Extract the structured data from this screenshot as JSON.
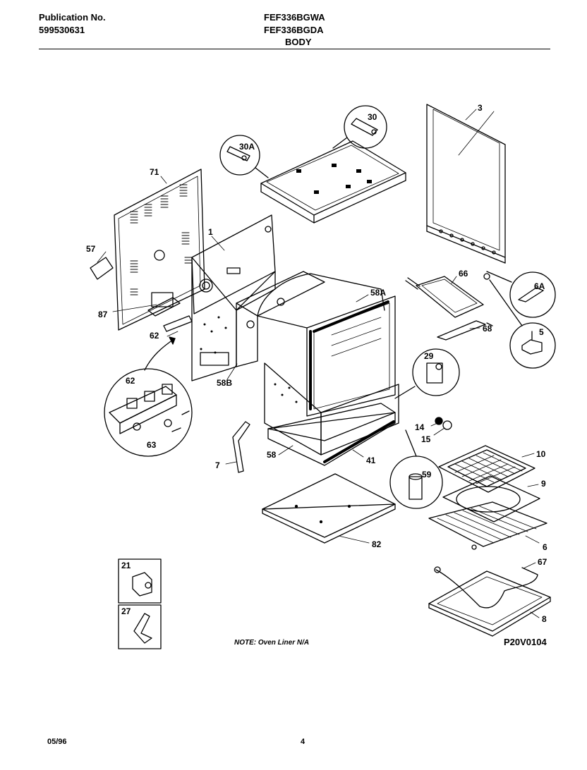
{
  "header": {
    "publication_label": "Publication No.",
    "publication_number": "5995306​31",
    "model_1": "FEF336BGWA",
    "model_2": "FEF336BGDA",
    "section": "BODY"
  },
  "parts": [
    {
      "id": "p3",
      "label": "3"
    },
    {
      "id": "p30",
      "label": "30"
    },
    {
      "id": "p30a",
      "label": "30A"
    },
    {
      "id": "p71",
      "label": "71"
    },
    {
      "id": "p1",
      "label": "1"
    },
    {
      "id": "p57",
      "label": "57"
    },
    {
      "id": "p87",
      "label": "87"
    },
    {
      "id": "p62a",
      "label": "62"
    },
    {
      "id": "p58a",
      "label": "58A"
    },
    {
      "id": "p66",
      "label": "66"
    },
    {
      "id": "p68",
      "label": "68"
    },
    {
      "id": "p6a",
      "label": "6A"
    },
    {
      "id": "p5",
      "label": "5"
    },
    {
      "id": "p58b",
      "label": "58B"
    },
    {
      "id": "p29",
      "label": "29"
    },
    {
      "id": "p62b",
      "label": "62"
    },
    {
      "id": "p63",
      "label": "63"
    },
    {
      "id": "p14",
      "label": "14"
    },
    {
      "id": "p15",
      "label": "15"
    },
    {
      "id": "p7",
      "label": "7"
    },
    {
      "id": "p58",
      "label": "58"
    },
    {
      "id": "p41",
      "label": "41"
    },
    {
      "id": "p59",
      "label": "59"
    },
    {
      "id": "p10",
      "label": "10"
    },
    {
      "id": "p9",
      "label": "9"
    },
    {
      "id": "p6",
      "label": "6"
    },
    {
      "id": "p82",
      "label": "82"
    },
    {
      "id": "p67",
      "label": "67"
    },
    {
      "id": "p8",
      "label": "8"
    },
    {
      "id": "p21",
      "label": "21"
    },
    {
      "id": "p27",
      "label": "27"
    }
  ],
  "note": "NOTE: Oven Liner N/A",
  "diagram_code": "P20V0104",
  "footer": {
    "date": "05/96",
    "page": "4"
  }
}
